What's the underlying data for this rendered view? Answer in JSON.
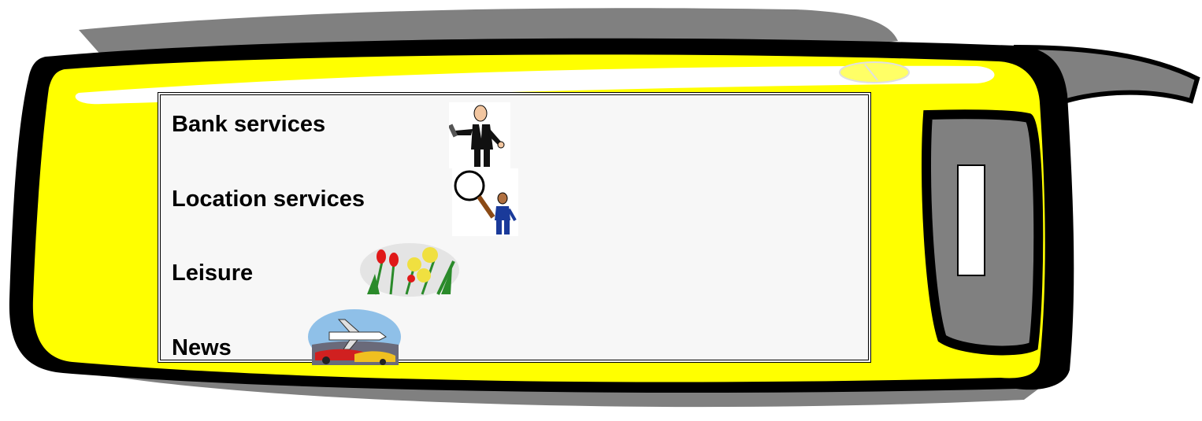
{
  "menu": {
    "items": [
      {
        "label": "Bank services",
        "icon": "banker-pointing-icon"
      },
      {
        "label": "Location services",
        "icon": "magnifying-glass-person-icon"
      },
      {
        "label": "Leisure",
        "icon": "flowers-icon"
      },
      {
        "label": "News",
        "icon": "plane-car-collage-icon"
      }
    ]
  },
  "colors": {
    "device_body": "#ffff00",
    "device_outline": "#000000",
    "shadow": "#808080",
    "screen": "#f7f7f7"
  }
}
